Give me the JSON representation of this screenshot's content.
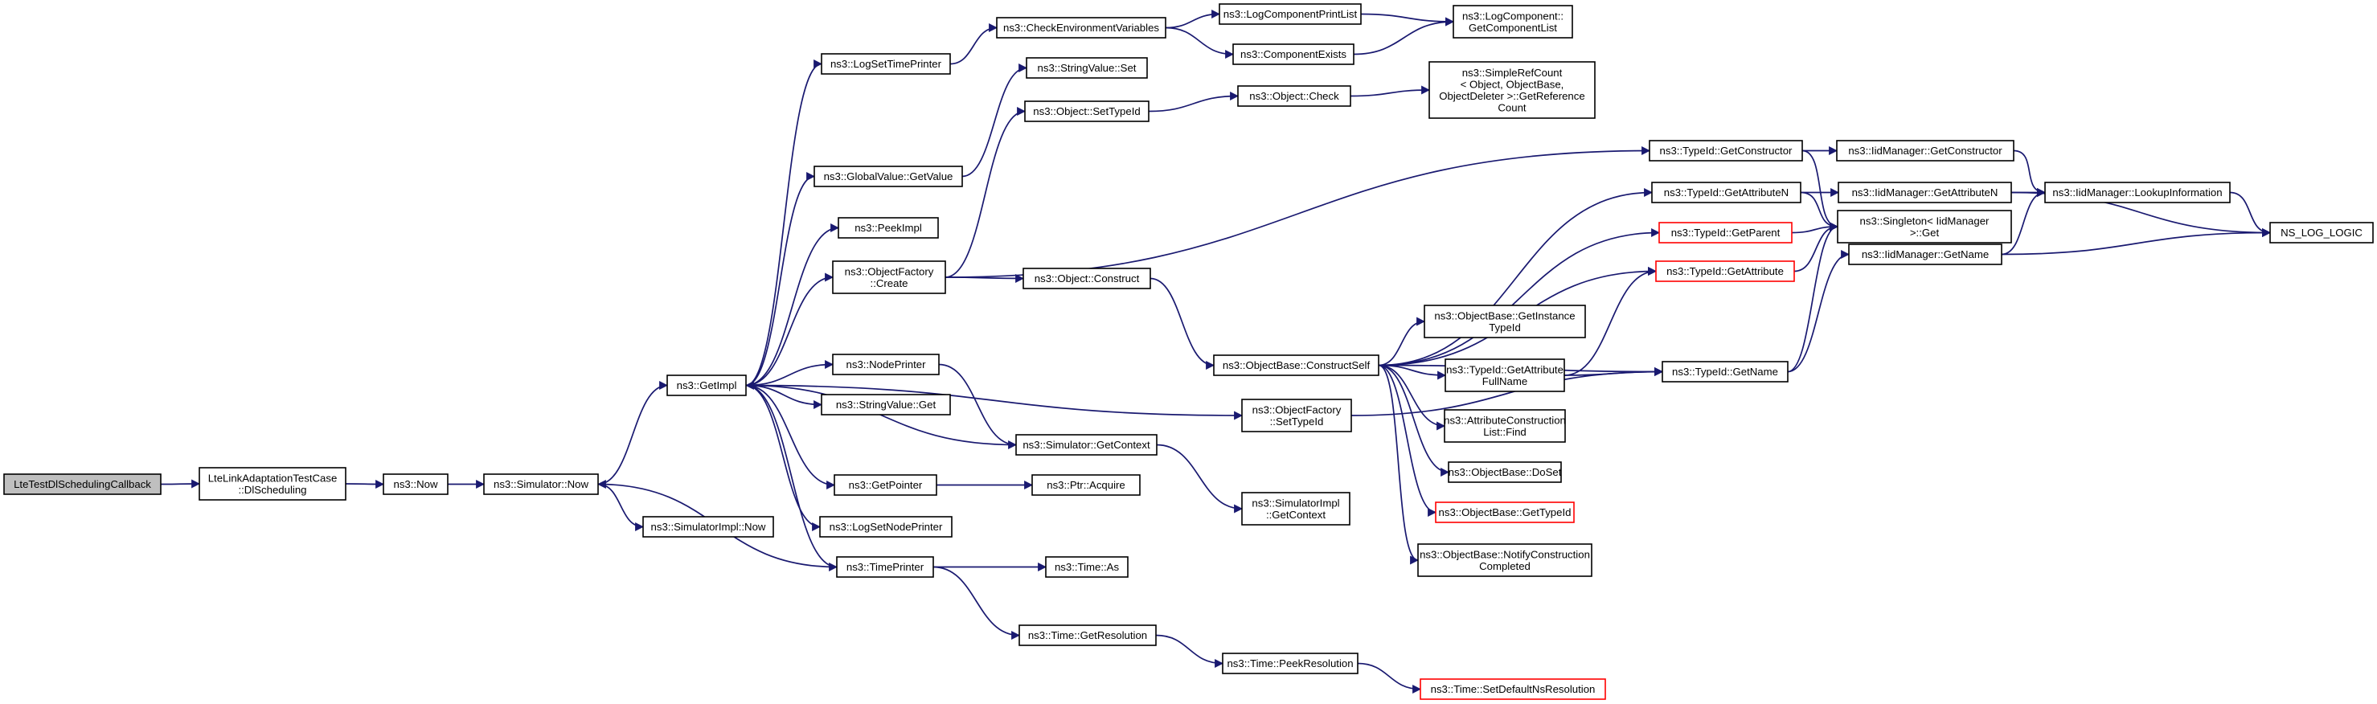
{
  "colors": {
    "edge": "#191970",
    "node_border": "#000000",
    "node_fill": "#ffffff",
    "root_fill": "#bfbfbf",
    "truncated_border": "#ff0000"
  },
  "nodes": [
    {
      "id": "n0",
      "lines": [
        "LteTestDlSchedulingCallback"
      ],
      "root": true
    },
    {
      "id": "n1",
      "lines": [
        "LteLinkAdaptationTestCase",
        "::DlScheduling"
      ]
    },
    {
      "id": "n2",
      "lines": [
        "ns3::Now"
      ]
    },
    {
      "id": "n3",
      "lines": [
        "ns3::Simulator::Now"
      ]
    },
    {
      "id": "n4",
      "lines": [
        "ns3::GetImpl"
      ]
    },
    {
      "id": "n5",
      "lines": [
        "ns3::SimulatorImpl::Now"
      ]
    },
    {
      "id": "n6",
      "lines": [
        "ns3::LogSetTimePrinter"
      ]
    },
    {
      "id": "n7",
      "lines": [
        "ns3::GlobalValue::GetValue"
      ]
    },
    {
      "id": "n8",
      "lines": [
        "ns3::PeekImpl"
      ]
    },
    {
      "id": "n9",
      "lines": [
        "ns3::ObjectFactory",
        "::Create"
      ]
    },
    {
      "id": "n10",
      "lines": [
        "ns3::NodePrinter"
      ]
    },
    {
      "id": "n11",
      "lines": [
        "ns3::StringValue::Get"
      ]
    },
    {
      "id": "n12",
      "lines": [
        "ns3::GetPointer"
      ]
    },
    {
      "id": "n13",
      "lines": [
        "ns3::LogSetNodePrinter"
      ]
    },
    {
      "id": "n14",
      "lines": [
        "ns3::TimePrinter"
      ]
    },
    {
      "id": "n15",
      "lines": [
        "ns3::CheckEnvironmentVariables"
      ]
    },
    {
      "id": "n16",
      "lines": [
        "ns3::StringValue::Set"
      ]
    },
    {
      "id": "n17",
      "lines": [
        "ns3::Object::SetTypeId"
      ]
    },
    {
      "id": "n18",
      "lines": [
        "ns3::Object::Construct"
      ]
    },
    {
      "id": "n19",
      "lines": [
        "ns3::Simulator::GetContext"
      ]
    },
    {
      "id": "n20",
      "lines": [
        "ns3::Ptr::Acquire"
      ]
    },
    {
      "id": "n21",
      "lines": [
        "ns3::Time::As"
      ]
    },
    {
      "id": "n22",
      "lines": [
        "ns3::Time::GetResolution"
      ]
    },
    {
      "id": "n23",
      "lines": [
        "ns3::LogComponentPrintList"
      ]
    },
    {
      "id": "n24",
      "lines": [
        "ns3::ComponentExists"
      ]
    },
    {
      "id": "n25",
      "lines": [
        "ns3::LogComponent::",
        "GetComponentList"
      ]
    },
    {
      "id": "n26",
      "lines": [
        "ns3::Object::Check"
      ]
    },
    {
      "id": "n27",
      "lines": [
        "ns3::SimpleRefCount",
        "< Object, ObjectBase,",
        "ObjectDeleter >::GetReference",
        "Count"
      ]
    },
    {
      "id": "n28",
      "lines": [
        "ns3::ObjectBase::ConstructSelf"
      ]
    },
    {
      "id": "n29",
      "lines": [
        "ns3::ObjectFactory",
        "::SetTypeId"
      ]
    },
    {
      "id": "n30",
      "lines": [
        "ns3::SimulatorImpl",
        "::GetContext"
      ]
    },
    {
      "id": "n31",
      "lines": [
        "ns3::Time::PeekResolution"
      ]
    },
    {
      "id": "n32",
      "lines": [
        "ns3::Time::SetDefaultNsResolution"
      ],
      "truncated": true
    },
    {
      "id": "n33",
      "lines": [
        "ns3::TypeId::GetConstructor"
      ]
    },
    {
      "id": "n34",
      "lines": [
        "ns3::TypeId::GetAttributeN"
      ]
    },
    {
      "id": "n35",
      "lines": [
        "ns3::TypeId::GetParent"
      ],
      "truncated": true
    },
    {
      "id": "n36",
      "lines": [
        "ns3::TypeId::GetAttribute"
      ],
      "truncated": true
    },
    {
      "id": "n37",
      "lines": [
        "ns3::ObjectBase::GetInstance",
        "TypeId"
      ]
    },
    {
      "id": "n38",
      "lines": [
        "ns3::TypeId::GetAttribute",
        "FullName"
      ]
    },
    {
      "id": "n39",
      "lines": [
        "ns3::AttributeConstruction",
        "List::Find"
      ]
    },
    {
      "id": "n40",
      "lines": [
        "ns3::ObjectBase::DoSet"
      ]
    },
    {
      "id": "n41",
      "lines": [
        "ns3::ObjectBase::GetTypeId"
      ],
      "truncated": true
    },
    {
      "id": "n42",
      "lines": [
        "ns3::ObjectBase::NotifyConstruction",
        "Completed"
      ]
    },
    {
      "id": "n43",
      "lines": [
        "ns3::TypeId::GetName"
      ]
    },
    {
      "id": "n44",
      "lines": [
        "ns3::IidManager::GetConstructor"
      ]
    },
    {
      "id": "n45",
      "lines": [
        "ns3::IidManager::GetAttributeN"
      ]
    },
    {
      "id": "n46",
      "lines": [
        "ns3::Singleton< IidManager",
        ">::Get"
      ]
    },
    {
      "id": "n47",
      "lines": [
        "ns3::IidManager::GetName"
      ]
    },
    {
      "id": "n48",
      "lines": [
        "ns3::IidManager::LookupInformation"
      ]
    },
    {
      "id": "n49",
      "lines": [
        "NS_LOG_LOGIC"
      ]
    }
  ],
  "edges": [
    [
      "n0",
      "n1"
    ],
    [
      "n1",
      "n2"
    ],
    [
      "n2",
      "n3"
    ],
    [
      "n3",
      "n4"
    ],
    [
      "n3",
      "n5"
    ],
    [
      "n4",
      "n6"
    ],
    [
      "n4",
      "n7"
    ],
    [
      "n4",
      "n8"
    ],
    [
      "n4",
      "n9"
    ],
    [
      "n4",
      "n10"
    ],
    [
      "n4",
      "n11"
    ],
    [
      "n4",
      "n12"
    ],
    [
      "n4",
      "n13"
    ],
    [
      "n4",
      "n14"
    ],
    [
      "n4",
      "n29"
    ],
    [
      "n6",
      "n15"
    ],
    [
      "n7",
      "n16"
    ],
    [
      "n9",
      "n17"
    ],
    [
      "n9",
      "n18"
    ],
    [
      "n9",
      "n33"
    ],
    [
      "n10",
      "n19"
    ],
    [
      "n12",
      "n20"
    ],
    [
      "n14",
      "n21"
    ],
    [
      "n14",
      "n22"
    ],
    [
      "n14",
      "n3"
    ],
    [
      "n15",
      "n23"
    ],
    [
      "n15",
      "n24"
    ],
    [
      "n23",
      "n25"
    ],
    [
      "n24",
      "n25"
    ],
    [
      "n17",
      "n26"
    ],
    [
      "n26",
      "n27"
    ],
    [
      "n18",
      "n28"
    ],
    [
      "n19",
      "n4"
    ],
    [
      "n19",
      "n30"
    ],
    [
      "n22",
      "n31"
    ],
    [
      "n31",
      "n32"
    ],
    [
      "n28",
      "n34"
    ],
    [
      "n28",
      "n35"
    ],
    [
      "n28",
      "n36"
    ],
    [
      "n28",
      "n37"
    ],
    [
      "n28",
      "n38"
    ],
    [
      "n28",
      "n39"
    ],
    [
      "n28",
      "n40"
    ],
    [
      "n28",
      "n41"
    ],
    [
      "n28",
      "n42"
    ],
    [
      "n28",
      "n43"
    ],
    [
      "n29",
      "n43"
    ],
    [
      "n38",
      "n36"
    ],
    [
      "n38",
      "n43"
    ],
    [
      "n33",
      "n44"
    ],
    [
      "n33",
      "n46"
    ],
    [
      "n34",
      "n45"
    ],
    [
      "n34",
      "n46"
    ],
    [
      "n35",
      "n46"
    ],
    [
      "n36",
      "n46"
    ],
    [
      "n43",
      "n46"
    ],
    [
      "n43",
      "n47"
    ],
    [
      "n44",
      "n48"
    ],
    [
      "n45",
      "n48"
    ],
    [
      "n45",
      "n49"
    ],
    [
      "n47",
      "n48"
    ],
    [
      "n47",
      "n49"
    ],
    [
      "n48",
      "n49"
    ]
  ]
}
